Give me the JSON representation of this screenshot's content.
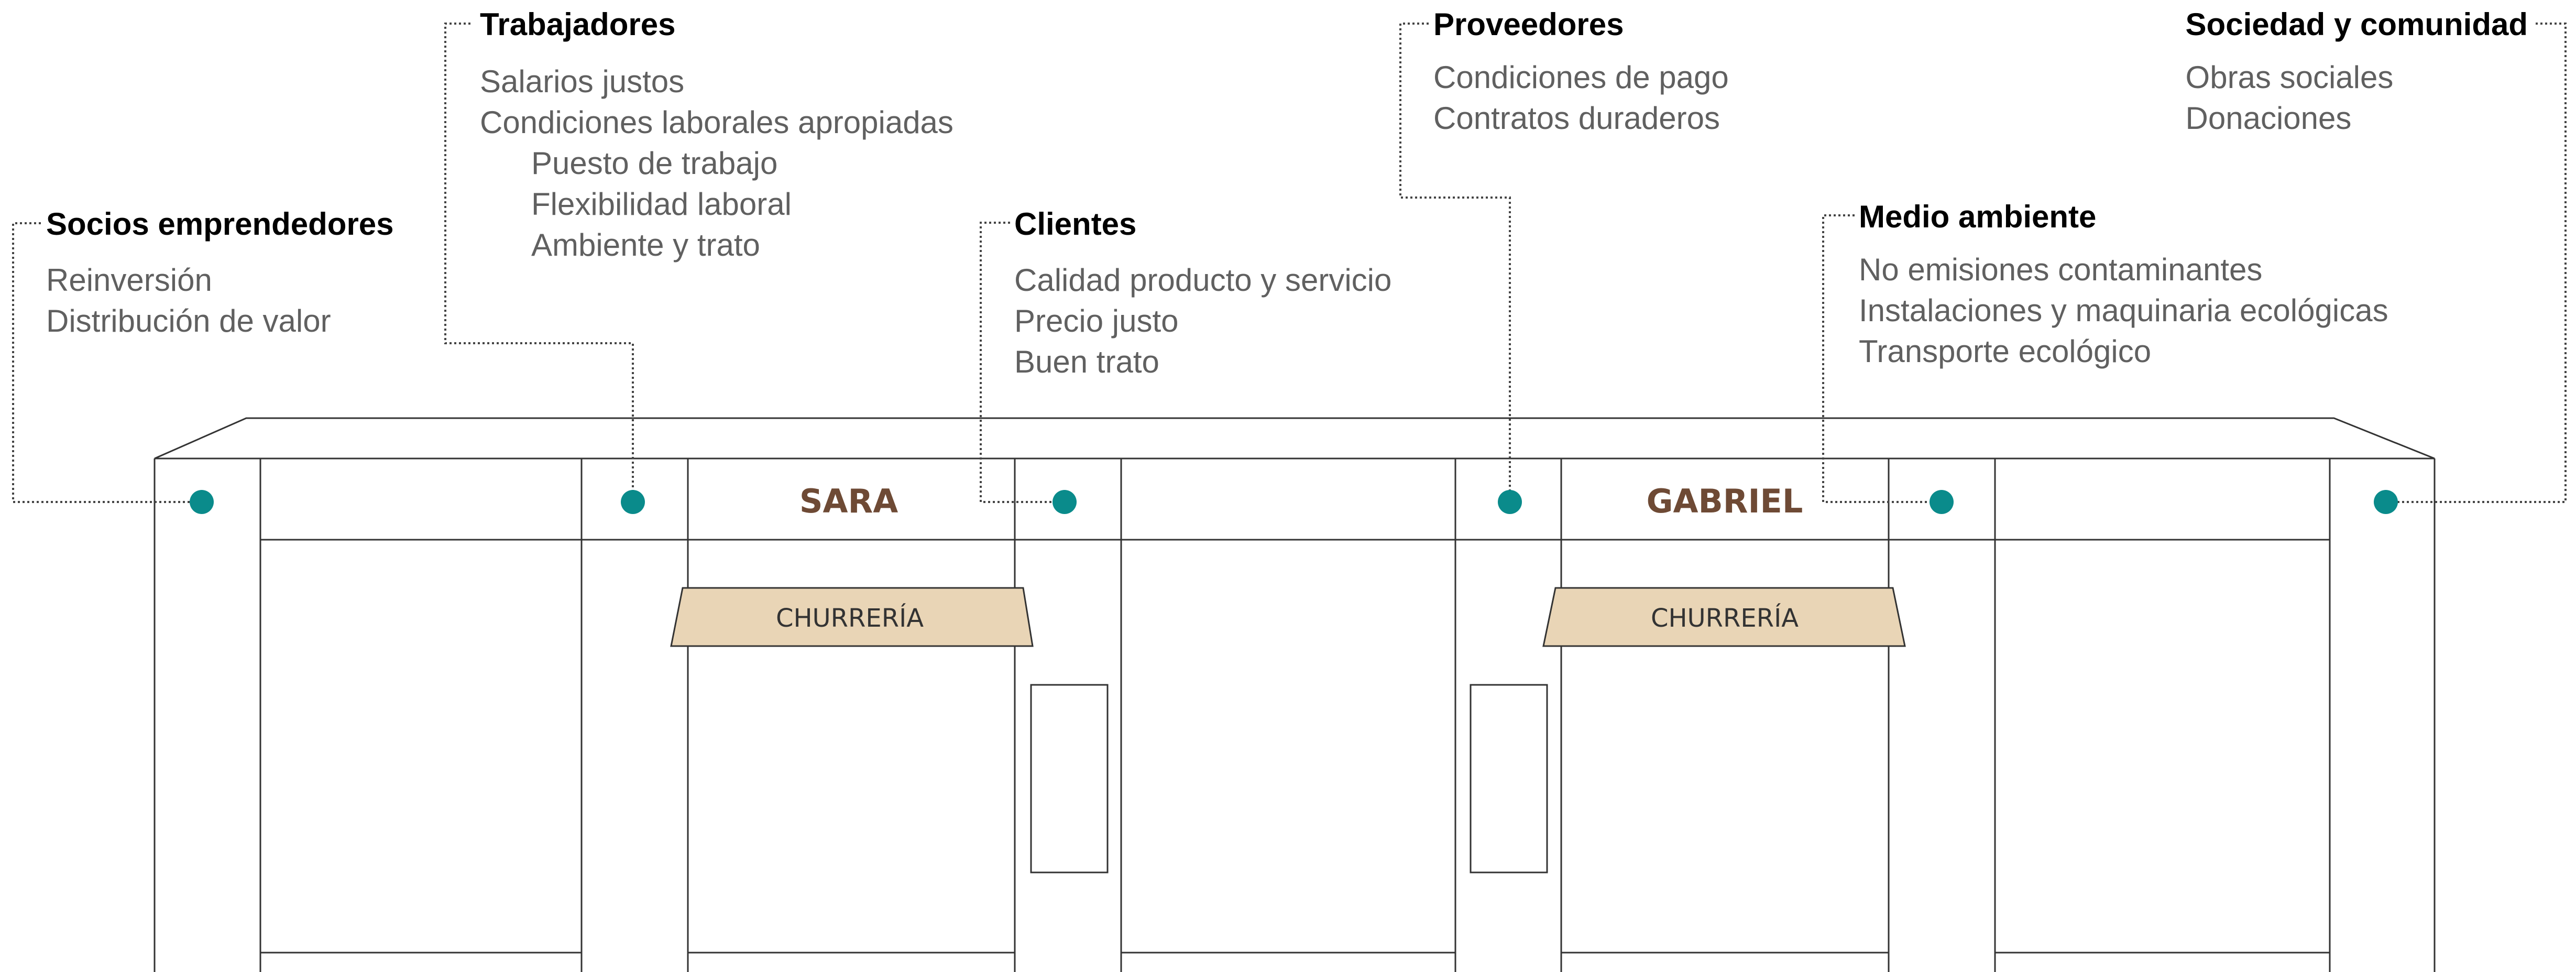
{
  "colors": {
    "dot": "#0A8B8B",
    "shop_name": "#6E4A35",
    "sign_fill": "#E9D5B6",
    "line": "#333333",
    "title_text": "#000000",
    "item_text": "#606060"
  },
  "stakeholders": [
    {
      "title": "Socios emprendedores",
      "items": [
        {
          "text": "Reinversión"
        },
        {
          "text": "Distribución de valor"
        }
      ]
    },
    {
      "title": "Trabajadores",
      "items": [
        {
          "text": "Salarios justos"
        },
        {
          "text": "Condiciones laborales apropiadas"
        },
        {
          "text": "Puesto de trabajo",
          "sub": true
        },
        {
          "text": "Flexibilidad laboral",
          "sub": true
        },
        {
          "text": "Ambiente y trato",
          "sub": true
        }
      ]
    },
    {
      "title": "Clientes",
      "items": [
        {
          "text": "Calidad producto y servicio"
        },
        {
          "text": "Precio justo"
        },
        {
          "text": "Buen trato"
        }
      ]
    },
    {
      "title": "Proveedores",
      "items": [
        {
          "text": "Condiciones de pago"
        },
        {
          "text": "Contratos duraderos"
        }
      ]
    },
    {
      "title": "Medio ambiente",
      "items": [
        {
          "text": "No emisiones contaminantes"
        },
        {
          "text": "Instalaciones y maquinaria ecológicas"
        },
        {
          "text": "Transporte ecológico"
        }
      ]
    },
    {
      "title": "Sociedad y comunidad",
      "items": [
        {
          "text": "Obras sociales"
        },
        {
          "text": "Donaciones"
        }
      ]
    }
  ],
  "shops": [
    {
      "name": "SARA",
      "sign": "CHURRERÍA"
    },
    {
      "name": "GABRIEL",
      "sign": "CHURRERÍA"
    }
  ]
}
